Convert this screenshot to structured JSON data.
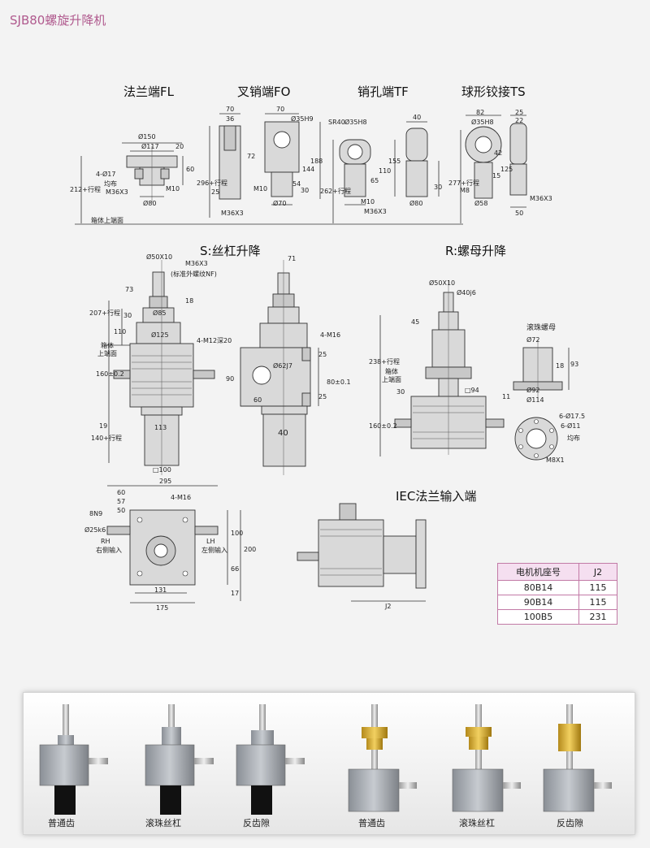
{
  "page_title": "SJB80螺旋升降机",
  "sections": {
    "fl": "法兰端FL",
    "fo": "叉销端FO",
    "tf": "销孔端TF",
    "ts": "球形铰接TS",
    "s_title": "S:丝杠升降",
    "r_title": "R:螺母升降",
    "iec_title": "IEC法兰输入端",
    "ball_nut": "滚珠螺母"
  },
  "labels_top": {
    "fl_d150": "Ø150",
    "fl_d117": "Ø117",
    "fl_4d17": "4-Ø17",
    "fl_even": "均布",
    "fl_m36": "M36X3",
    "fl_m10": "M10",
    "fl_d80": "Ø80",
    "fl_60": "60",
    "fl_20": "20",
    "fl_212": "212+行程",
    "box_top": "箱体上端面",
    "fo_70a": "70",
    "fo_36": "36",
    "fo_70b": "70",
    "fo_d35h9": "Ø35H9",
    "fo_72": "72",
    "fo_296": "296+行程",
    "fo_25": "25",
    "fo_m36": "M36X3",
    "fo_m10": "M10",
    "fo_d70": "Ø70",
    "fo_54": "54",
    "fo_144": "144",
    "fo_188": "188",
    "fo_30": "30",
    "tf_sr40": "SR40",
    "tf_d35h8": "Ø35H8",
    "tf_40": "40",
    "tf_262": "262+行程",
    "tf_65": "65",
    "tf_110": "110",
    "tf_155": "155",
    "tf_m10": "M10",
    "tf_m36": "M36X3",
    "tf_d80": "Ø80",
    "tf_30": "30",
    "ts_82": "82",
    "ts_d35h8": "Ø35H8",
    "ts_25": "25",
    "ts_22": "22",
    "ts_42": "42",
    "ts_277": "277+行程",
    "ts_15": "15",
    "ts_125": "125",
    "ts_m8": "M8",
    "ts_d58": "Ø58",
    "ts_m36": "M36X3",
    "ts_50": "50"
  },
  "labels_s": {
    "d50x10": "Ø50X10",
    "m36x3": "M36X3",
    "nf": "(标准外螺纹NF)",
    "d85": "Ø85",
    "d125": "Ø125",
    "box": "箱体",
    "box_top": "上端面",
    "m12": "4-M12深20",
    "d62j7": "Ø62J7",
    "m16": "4-M16",
    "d73": "73",
    "d18": "18",
    "d207": "207+行程",
    "d30": "30",
    "d110": "110",
    "d160": "160±0.2",
    "d19": "19",
    "d140": "140+行程",
    "d113": "113",
    "sq100": "□100",
    "d71": "71",
    "d90": "90",
    "d60": "60",
    "d25a": "25",
    "d25b": "25",
    "d80": "80±0.1",
    "d40": "40"
  },
  "labels_r": {
    "d50x10": "Ø50X10",
    "d40j6": "Ø40j6",
    "d45": "45",
    "d238": "238+行程",
    "box": "箱体",
    "box_top": "上端面",
    "d30": "30",
    "sq94": "□94",
    "d160": "160±0.2",
    "d72": "Ø72",
    "d18": "18",
    "d93": "93",
    "d11": "11",
    "d92": "Ø92",
    "d114": "Ø114",
    "h6_175": "6-Ø17.5",
    "h6_11": "6-Ø11",
    "even": "均布",
    "m8x1": "M8X1"
  },
  "labels_bottom": {
    "d295": "295",
    "d60": "60",
    "d57": "57",
    "d50": "50",
    "m16": "4-M16",
    "n8": "8N9",
    "d25k6": "Ø25k6",
    "rh": "RH",
    "rh_cn": "右侧输入",
    "lh": "LH",
    "lh_cn": "左侧输入",
    "d100": "100",
    "d200": "200",
    "d66": "66",
    "d17": "17",
    "d131": "131",
    "d175": "175",
    "j2": "J2"
  },
  "motor_table": {
    "headers": [
      "电机机座号",
      "J2"
    ],
    "rows": [
      [
        "80B14",
        "115"
      ],
      [
        "90B14",
        "115"
      ],
      [
        "100B5",
        "231"
      ]
    ]
  },
  "photos": [
    {
      "label": "普通齿",
      "kind": "plain"
    },
    {
      "label": "滚珠丝杠",
      "kind": "ball"
    },
    {
      "label": "反齿隙",
      "kind": "anti"
    },
    {
      "label": "普通齿",
      "kind": "plain-nut"
    },
    {
      "label": "滚珠丝杠",
      "kind": "ball-nut"
    },
    {
      "label": "反齿隙",
      "kind": "anti-nut"
    }
  ]
}
